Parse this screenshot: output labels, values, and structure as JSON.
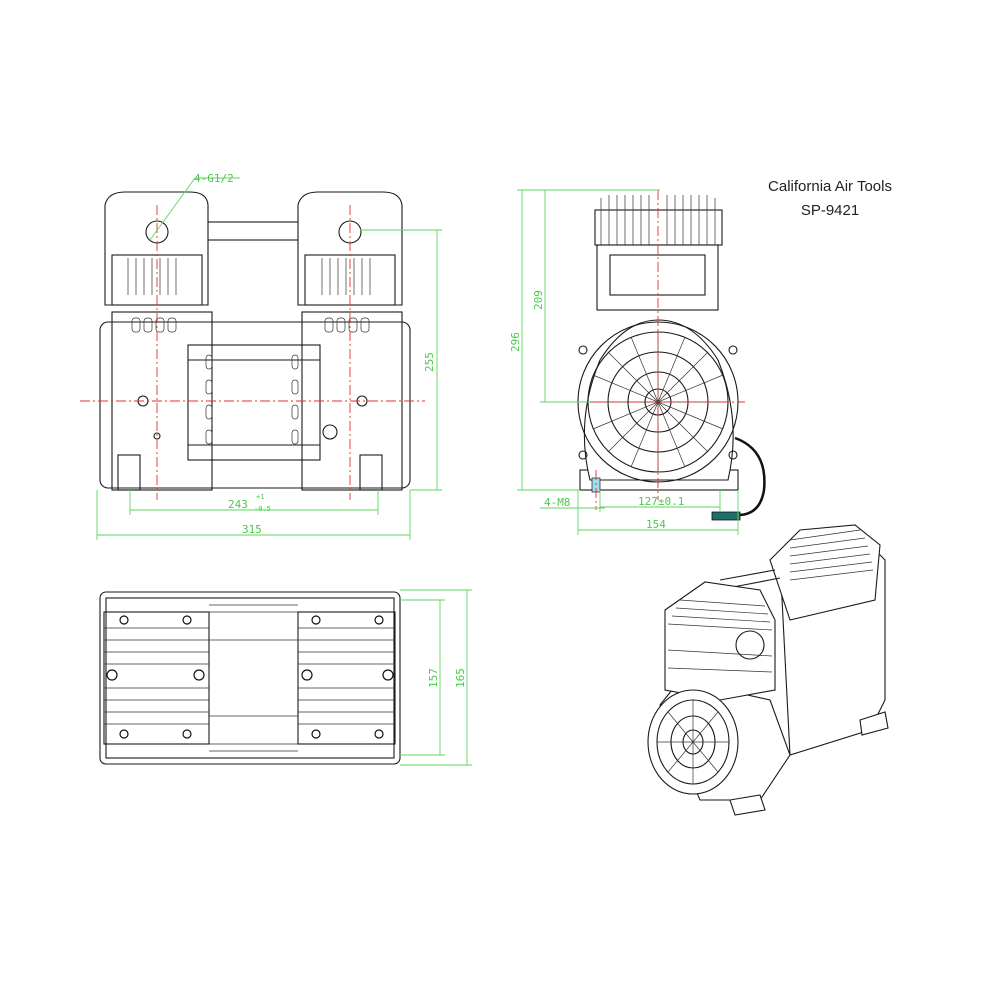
{
  "title": {
    "brand": "California Air Tools",
    "model": "SP-9421"
  },
  "front_view": {
    "port_label": "4-G1/2",
    "height_dim": "255",
    "mount_spacing_dim": "243",
    "mount_spacing_tol_upper": "+1",
    "mount_spacing_tol_lower": "-0.5",
    "overall_width_dim": "315"
  },
  "side_view": {
    "overall_height_dim": "296",
    "axis_height_dim": "209",
    "bolt_label": "4-M8",
    "mount_spacing_dim": "127±0.1",
    "base_width_dim": "154"
  },
  "bottom_view": {
    "inner_depth_dim": "157",
    "overall_depth_dim": "165"
  },
  "colors": {
    "dimension": "#5cd65c",
    "centerline": "#e23030",
    "outline": "#1a1a1a"
  }
}
